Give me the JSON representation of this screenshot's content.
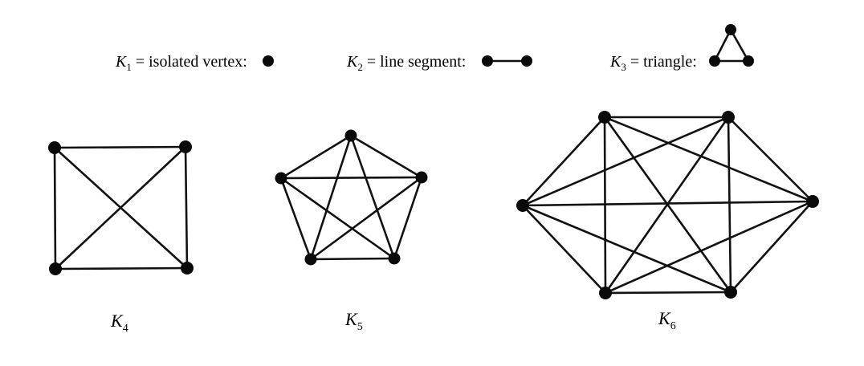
{
  "colors": {
    "ink": "#0a0a0a",
    "background": "#ffffff"
  },
  "captions": [
    {
      "letter": "K",
      "sub": "1",
      "text": "= isolated vertex:"
    },
    {
      "letter": "K",
      "sub": "2",
      "text": "= line segment:"
    },
    {
      "letter": "K",
      "sub": "3",
      "text": "= triangle:"
    }
  ],
  "graphs": [
    {
      "letter": "K",
      "sub": "4",
      "vertices": 4
    },
    {
      "letter": "K",
      "sub": "5",
      "vertices": 5
    },
    {
      "letter": "K",
      "sub": "6",
      "vertices": 6
    }
  ]
}
